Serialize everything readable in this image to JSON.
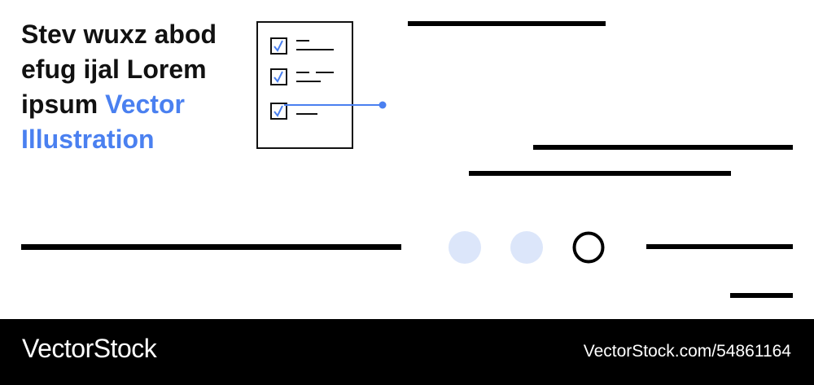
{
  "headline": {
    "text": "Stev wuxz abod efug ijal Lorem ipsum",
    "accent_text": "Vector Illustration"
  },
  "checklist": {
    "items": [
      {
        "checked": true
      },
      {
        "checked": true
      },
      {
        "checked": true
      }
    ]
  },
  "slider_dots": {
    "count": 3,
    "active_index": 2
  },
  "footer": {
    "brand": "VectorStock",
    "url": "VectorStock.com/54861164"
  },
  "colors": {
    "accent": "#4a80f0",
    "dot_inactive": "#dce6fa",
    "ink": "#111111",
    "footer_bg": "#000000"
  }
}
